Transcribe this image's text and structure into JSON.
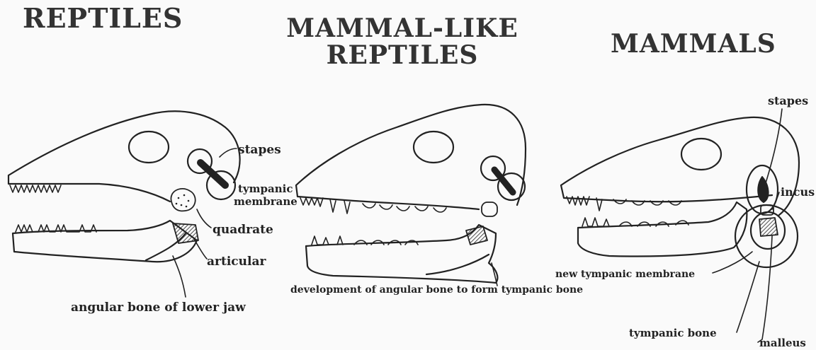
{
  "titles": {
    "reptiles": "REPTILES",
    "mammal_like_line1": "MAMMAL-LIKE",
    "mammal_like_line2": "REPTILES",
    "mammals": "MAMMALS"
  },
  "labels": {
    "stapes_reptile": "stapes",
    "tympanic_reptile_1": "tympanic",
    "tympanic_reptile_2": "membrane",
    "quadrate": "quadrate",
    "articular": "articular",
    "angular_bone": "angular bone of lower jaw",
    "development": "development of angular bone to form tympanic bone",
    "stapes_mammal": "stapes",
    "incus": "incus",
    "new_tympanic": "new tympanic membrane",
    "tympanic_bone": "tympanic bone",
    "malleus": "malleus"
  },
  "colors": {
    "ink": "#222222",
    "background": "#fafafa"
  }
}
